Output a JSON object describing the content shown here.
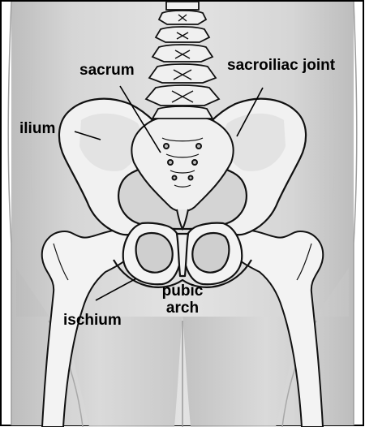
{
  "labels": {
    "sacrum": "sacrum",
    "sacroiliac_joint": "sacroiliac joint",
    "ilium": "ilium",
    "pubic_arch_line1": "pubic",
    "pubic_arch_line2": "arch",
    "ischium": "ischium"
  },
  "colors": {
    "background": "#ffffff",
    "body_dark": "#b9b9b9",
    "body_mid": "#cdcdcd",
    "body_light": "#e2e2e2",
    "bone": "#f4f4f4",
    "bone_shade": "#dcdcdc",
    "outline": "#111111"
  }
}
